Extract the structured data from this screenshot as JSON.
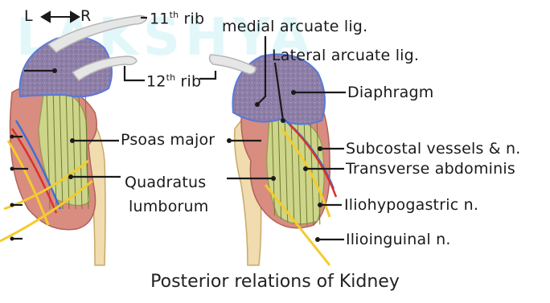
{
  "watermark": "LAKSHYA",
  "orientation": {
    "left": "L",
    "right": "R"
  },
  "labels": {
    "rib11_num": "11",
    "rib11_sup": "th",
    "rib11_word": "rib",
    "rib12_num": "12",
    "rib12_sup": "th",
    "rib12_word": "rib",
    "medial_arcuate": "medial arcuate lig.",
    "lateral_arcuate": "Lateral arcuate lig.",
    "diaphragm": "Diaphragm",
    "psoas": "Psoas major",
    "subcostal": "Subcostal vessels & n.",
    "transverse": "Transverse abdominis",
    "quadratus_1": "Quadratus",
    "quadratus_2": "lumborum",
    "iliohypogastric": "Iliohypogastric n.",
    "ilioinguinal": "Ilioinguinal n."
  },
  "caption": "Posterior relations of Kidney",
  "colors": {
    "diaphragm": "#8e7fa8",
    "diaphragm_border": "#5a78d8",
    "kidney": "#d98c80",
    "quadratus": "#cdd58a",
    "psoas": "#f0dcae",
    "rib": "#e6e6e6",
    "nerve": "#f3cc2c",
    "vessel_red": "#d9342b",
    "vessel_blue": "#3d6fd6",
    "line": "#1a1a1a"
  }
}
